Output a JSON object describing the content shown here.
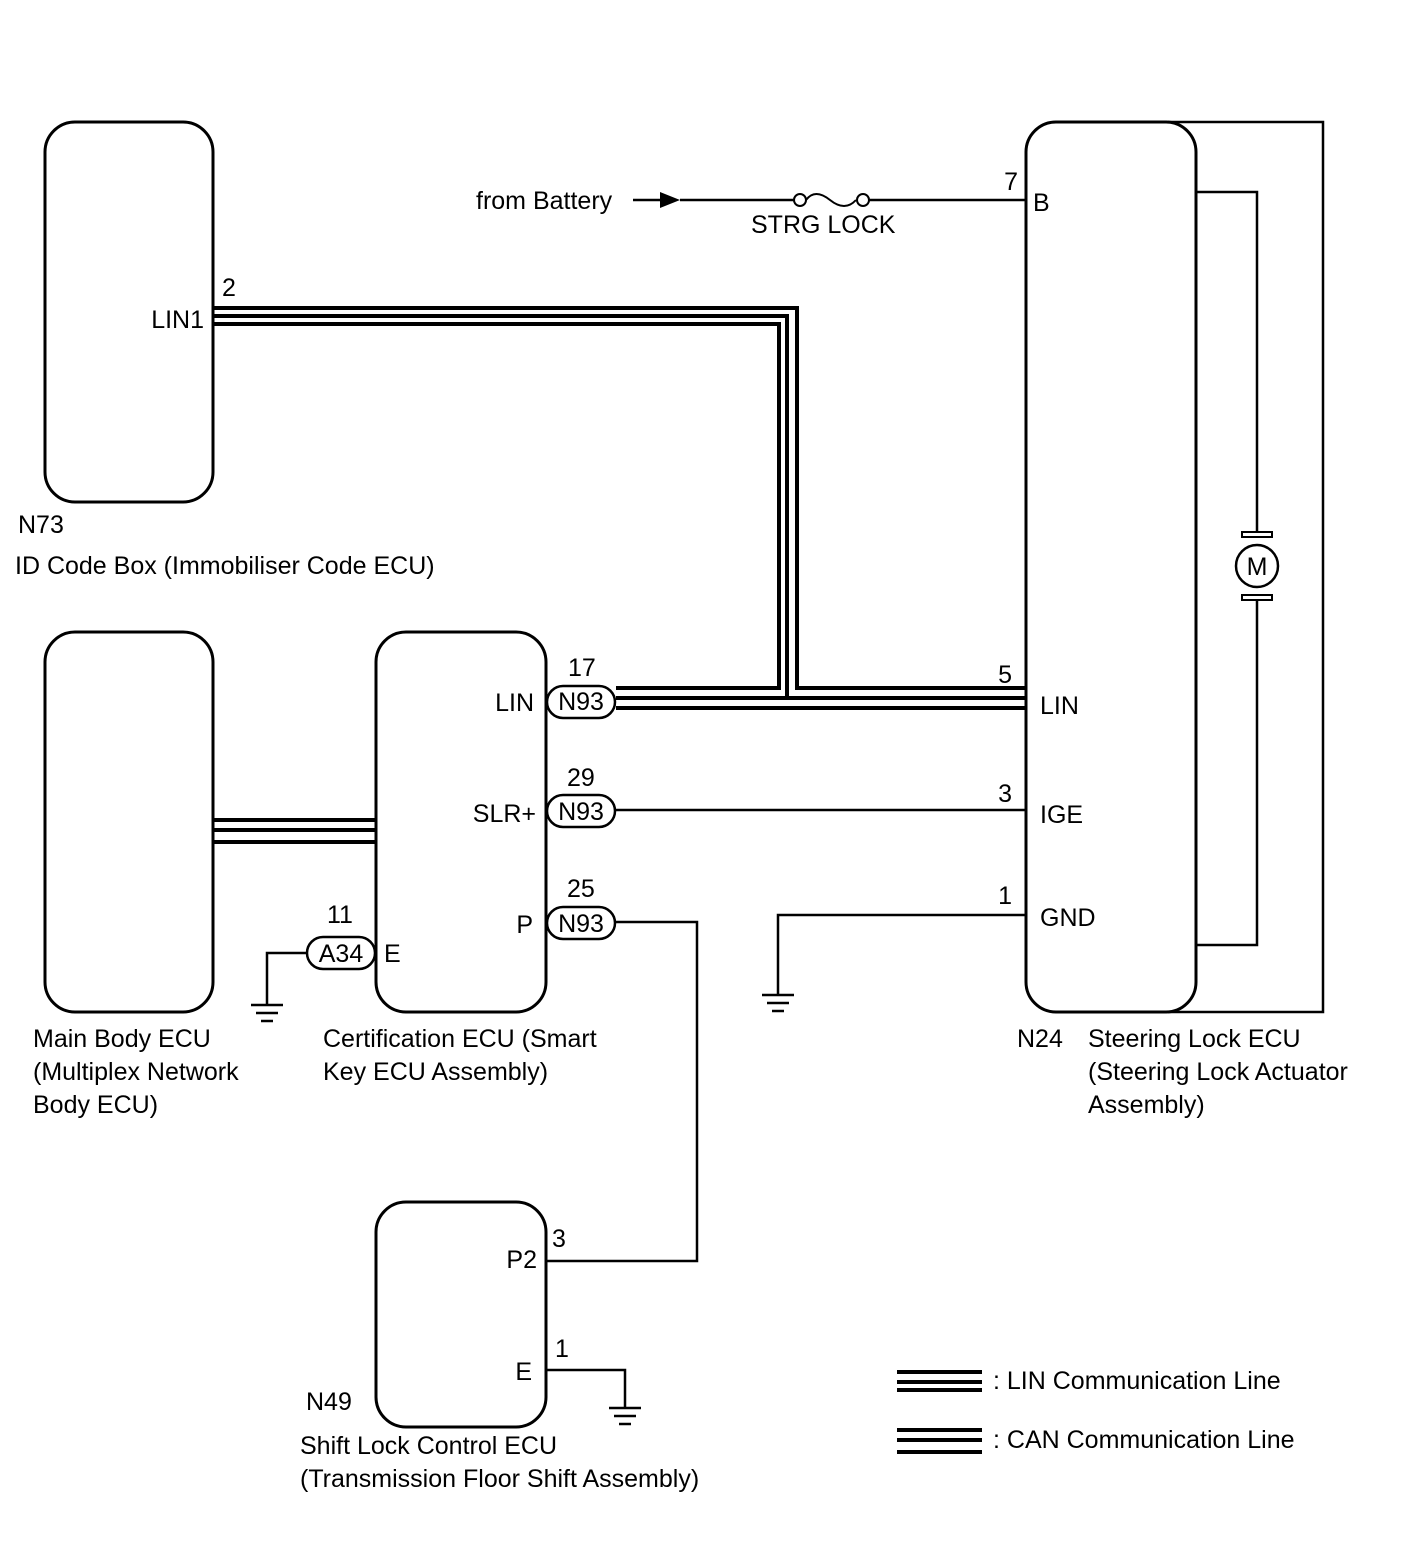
{
  "colors": {
    "line": "#000000",
    "background": "#ffffff"
  },
  "battery": {
    "from_label": "from Battery",
    "fuse_label": "STRG LOCK"
  },
  "components": {
    "id_code_box": {
      "code": "N73",
      "name": "ID Code Box (Immobiliser Code ECU)",
      "pin_lin1_num": "2",
      "pin_lin1_label": "LIN1"
    },
    "main_body_ecu": {
      "name_lines": [
        "Main Body ECU",
        "(Multiplex Network",
        "Body ECU)"
      ]
    },
    "certification_ecu": {
      "name_lines": [
        "Certification ECU (Smart",
        "Key ECU Assembly)"
      ],
      "pin_lin_num": "17",
      "pin_lin_label": "LIN",
      "pin_slr_num": "29",
      "pin_slr_label": "SLR+",
      "pin_p_num": "25",
      "pin_p_label": "P",
      "pin_e_num": "11",
      "pin_e_label": "E"
    },
    "steering_lock_ecu": {
      "code": "N24",
      "name_lines": [
        "Steering Lock ECU",
        "(Steering Lock Actuator",
        "Assembly)"
      ],
      "pin_b_num": "7",
      "pin_b_label": "B",
      "pin_lin_num": "5",
      "pin_lin_label": "LIN",
      "pin_ige_num": "3",
      "pin_ige_label": "IGE",
      "pin_gnd_num": "1",
      "pin_gnd_label": "GND",
      "motor_label": "M"
    },
    "shift_lock_ecu": {
      "code": "N49",
      "name_lines": [
        "Shift Lock Control ECU",
        "(Transmission Floor Shift Assembly)"
      ],
      "pin_p2_num": "3",
      "pin_p2_label": "P2",
      "pin_e_num": "1",
      "pin_e_label": "E"
    }
  },
  "connectors": {
    "n93": "N93",
    "a34": "A34"
  },
  "legend": {
    "lin": ": LIN Communication Line",
    "can": ": CAN Communication Line"
  }
}
